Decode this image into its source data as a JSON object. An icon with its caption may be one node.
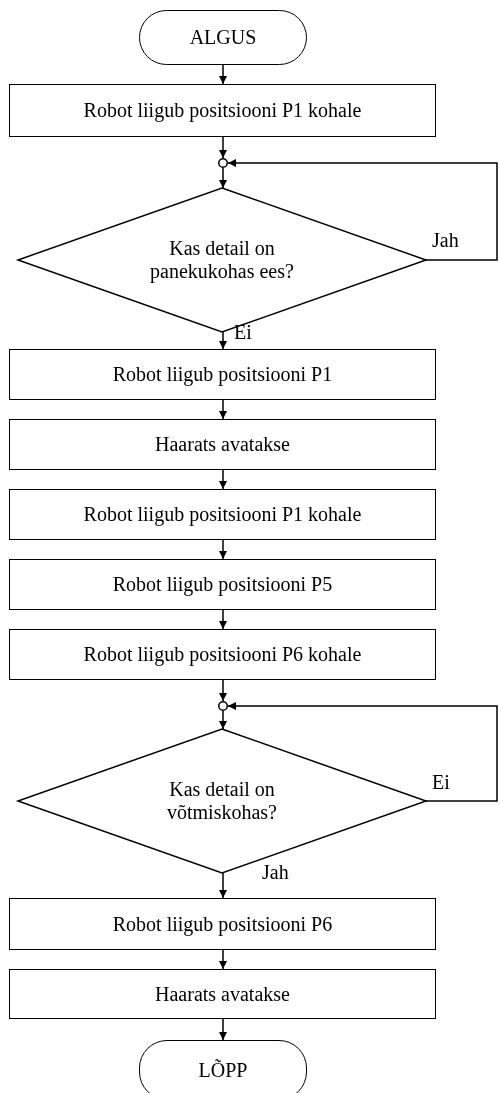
{
  "diagram": {
    "nodes": [
      {
        "text": [
          "ALGUS"
        ]
      },
      {
        "text": [
          "Robot liigub positsiooni P1 kohale"
        ]
      },
      {
        "text": [],
        "shape": "circle"
      },
      {
        "text": [
          "Kas detail on panekukohas ees?"
        ]
      },
      {
        "text": [
          "Robot liigub positsiooni P1"
        ]
      },
      {
        "text": [
          "Haarats avatakse"
        ]
      },
      {
        "text": [
          "Robot liigub positsiooni P1 kohale"
        ]
      },
      {
        "text": [
          "Robot liigub positsiooni P5"
        ]
      },
      {
        "text": [
          "Robot liigub positsiooni P6 kohale"
        ]
      },
      {
        "text": [],
        "shape": "circle"
      },
      {
        "text": [
          "Kas detail on võtmiskohas?"
        ]
      },
      {
        "text": [
          "Robot liigub positsiooni P6"
        ]
      },
      {
        "text": [
          "Haarats avatakse"
        ]
      },
      {
        "text": [
          "LÕPP"
        ]
      }
    ],
    "edges": [
      {
        "from": 0,
        "to": 1,
        "arrow": "to"
      },
      {
        "from": 1,
        "to": 2,
        "arrow": "to"
      },
      {
        "from": 2,
        "to": 3,
        "arrow": "to"
      },
      {
        "from": 3,
        "to": 2,
        "arrow": "to",
        "label": "Jah"
      },
      {
        "from": 3,
        "to": 4,
        "arrow": "to",
        "label": "Ei"
      },
      {
        "from": 4,
        "to": 5,
        "arrow": "to"
      },
      {
        "from": 5,
        "to": 6,
        "arrow": "to"
      },
      {
        "from": 6,
        "to": 7,
        "arrow": "to"
      },
      {
        "from": 7,
        "to": 8,
        "arrow": "to"
      },
      {
        "from": 8,
        "to": 9,
        "arrow": "to"
      },
      {
        "from": 9,
        "to": 10,
        "arrow": "to"
      },
      {
        "from": 10,
        "to": 9,
        "arrow": "to",
        "label": "Ei"
      },
      {
        "from": 10,
        "to": 11,
        "arrow": "to",
        "label": "Jah"
      },
      {
        "from": 11,
        "to": 12,
        "arrow": "to"
      },
      {
        "from": 12,
        "to": 13,
        "arrow": "to"
      }
    ]
  }
}
